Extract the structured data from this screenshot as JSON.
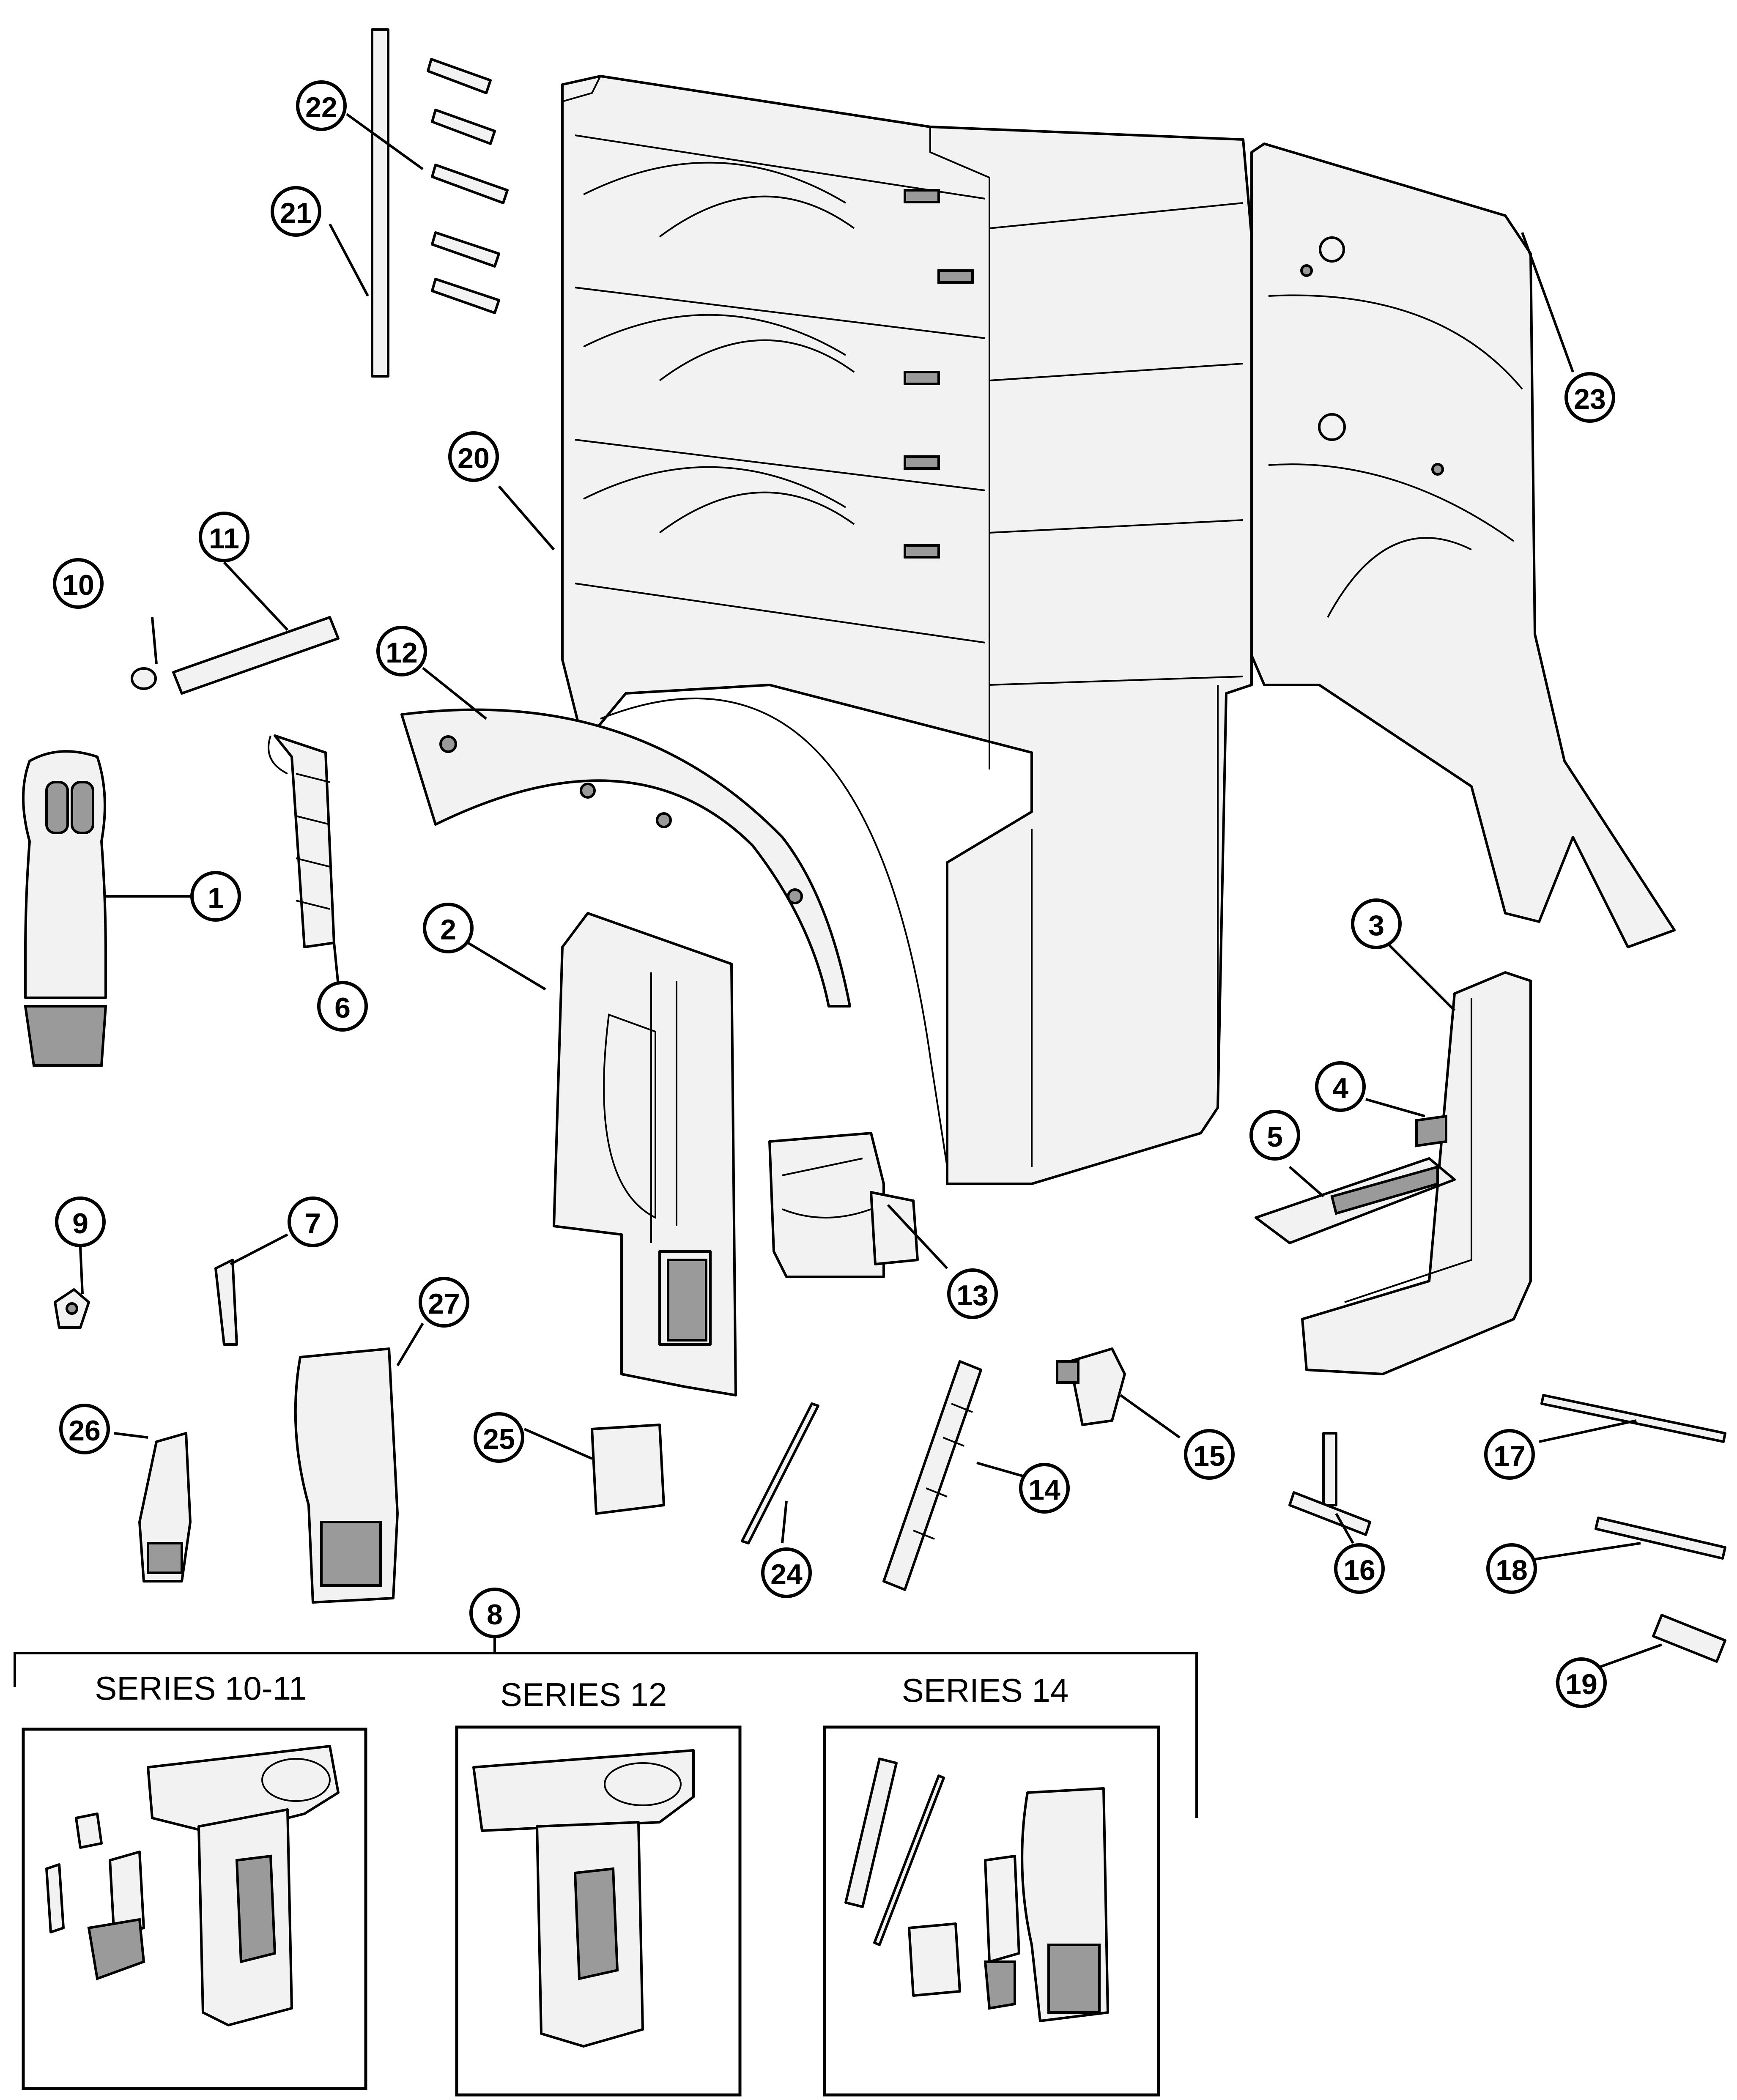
{
  "callouts": [
    {
      "id": "1",
      "label": "1"
    },
    {
      "id": "2",
      "label": "2"
    },
    {
      "id": "3",
      "label": "3"
    },
    {
      "id": "4",
      "label": "4"
    },
    {
      "id": "5",
      "label": "5"
    },
    {
      "id": "6",
      "label": "6"
    },
    {
      "id": "7",
      "label": "7"
    },
    {
      "id": "8",
      "label": "8"
    },
    {
      "id": "9",
      "label": "9"
    },
    {
      "id": "10",
      "label": "10"
    },
    {
      "id": "11",
      "label": "11"
    },
    {
      "id": "12",
      "label": "12"
    },
    {
      "id": "13",
      "label": "13"
    },
    {
      "id": "14",
      "label": "14"
    },
    {
      "id": "15",
      "label": "15"
    },
    {
      "id": "16",
      "label": "16"
    },
    {
      "id": "17",
      "label": "17"
    },
    {
      "id": "18",
      "label": "18"
    },
    {
      "id": "19",
      "label": "19"
    },
    {
      "id": "20",
      "label": "20"
    },
    {
      "id": "21",
      "label": "21"
    },
    {
      "id": "22",
      "label": "22"
    },
    {
      "id": "23",
      "label": "23"
    },
    {
      "id": "24",
      "label": "24"
    },
    {
      "id": "25",
      "label": "25"
    },
    {
      "id": "26",
      "label": "26"
    },
    {
      "id": "27",
      "label": "27"
    }
  ],
  "series": {
    "series_a": "SERIES 10-11",
    "series_b": "SERIES 12",
    "series_c": "SERIES 14"
  }
}
